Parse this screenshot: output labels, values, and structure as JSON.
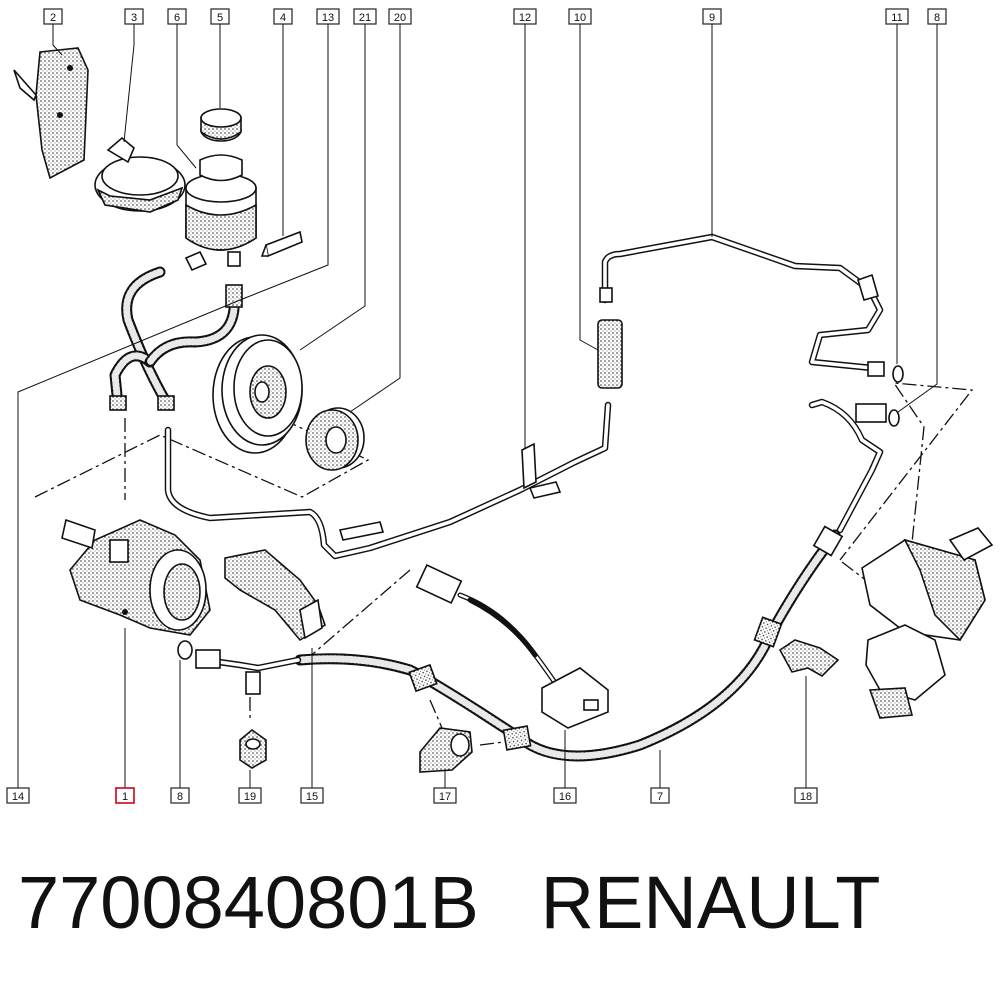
{
  "caption": {
    "part_number": "7700840801B",
    "brand": "RENAULT"
  },
  "callouts": [
    {
      "label": "2",
      "highlighted": false
    },
    {
      "label": "3",
      "highlighted": false
    },
    {
      "label": "6",
      "highlighted": false
    },
    {
      "label": "5",
      "highlighted": false
    },
    {
      "label": "4",
      "highlighted": false
    },
    {
      "label": "13",
      "highlighted": false
    },
    {
      "label": "21",
      "highlighted": false
    },
    {
      "label": "20",
      "highlighted": false
    },
    {
      "label": "12",
      "highlighted": false
    },
    {
      "label": "10",
      "highlighted": false
    },
    {
      "label": "9",
      "highlighted": false
    },
    {
      "label": "11",
      "highlighted": false
    },
    {
      "label": "8",
      "highlighted": false
    },
    {
      "label": "14",
      "highlighted": false
    },
    {
      "label": "1",
      "highlighted": true
    },
    {
      "label": "8",
      "highlighted": false
    },
    {
      "label": "19",
      "highlighted": false
    },
    {
      "label": "15",
      "highlighted": false
    },
    {
      "label": "17",
      "highlighted": false
    },
    {
      "label": "16",
      "highlighted": false
    },
    {
      "label": "7",
      "highlighted": false
    },
    {
      "label": "18",
      "highlighted": false
    }
  ],
  "colors": {
    "line": "#111111",
    "highlight": "#d0021b",
    "background": "#ffffff"
  }
}
